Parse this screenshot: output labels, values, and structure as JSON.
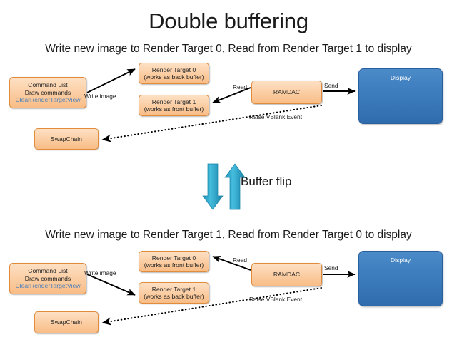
{
  "slide": {
    "title": "Double buffering",
    "background_color": "#ffffff"
  },
  "colors": {
    "box_fill": "#fbcfa6",
    "box_border": "#e08c3c",
    "display_fill": "#3f7fc0",
    "code_text": "#4a7ebb",
    "arrow": "#000000",
    "flip_arrow": "#2fa8c9"
  },
  "top_section": {
    "caption": "Write new image to Render Target 0, Read from Render Target 1 to display",
    "command_list": {
      "line1": "Command List",
      "line2": "Draw commands",
      "line3": "ClearRenderTargetView"
    },
    "render_target_0": {
      "line1": "Render Target 0",
      "line2": "(works as back buffer)"
    },
    "render_target_1": {
      "line1": "Render Target 1",
      "line2": "(works as front buffer)"
    },
    "swapchain": "SwapChain",
    "ramdac": "RAMDAC",
    "display": "Display",
    "labels": {
      "write_image": "Write image",
      "read": "Read",
      "send": "Send",
      "vblank": "Raise VBlank Event"
    }
  },
  "buffer_flip": {
    "label": "Buffer flip",
    "arrow_down": "down-arrow",
    "arrow_up": "up-arrow"
  },
  "bottom_section": {
    "caption": "Write new image to Render Target 1, Read from Render Target 0 to display",
    "command_list": {
      "line1": "Command List",
      "line2": "Draw commands",
      "line3": "ClearRenderTargetView"
    },
    "render_target_0": {
      "line1": "Render Target 0",
      "line2": "(works as front buffer)"
    },
    "render_target_1": {
      "line1": "Render Target 1",
      "line2": "(works as back buffer)"
    },
    "swapchain": "SwapChain",
    "ramdac": "RAMDAC",
    "display": "Display",
    "labels": {
      "write_image": "Write image",
      "read": "Read",
      "send": "Send",
      "vblank": "Raise VBlank Event"
    }
  }
}
